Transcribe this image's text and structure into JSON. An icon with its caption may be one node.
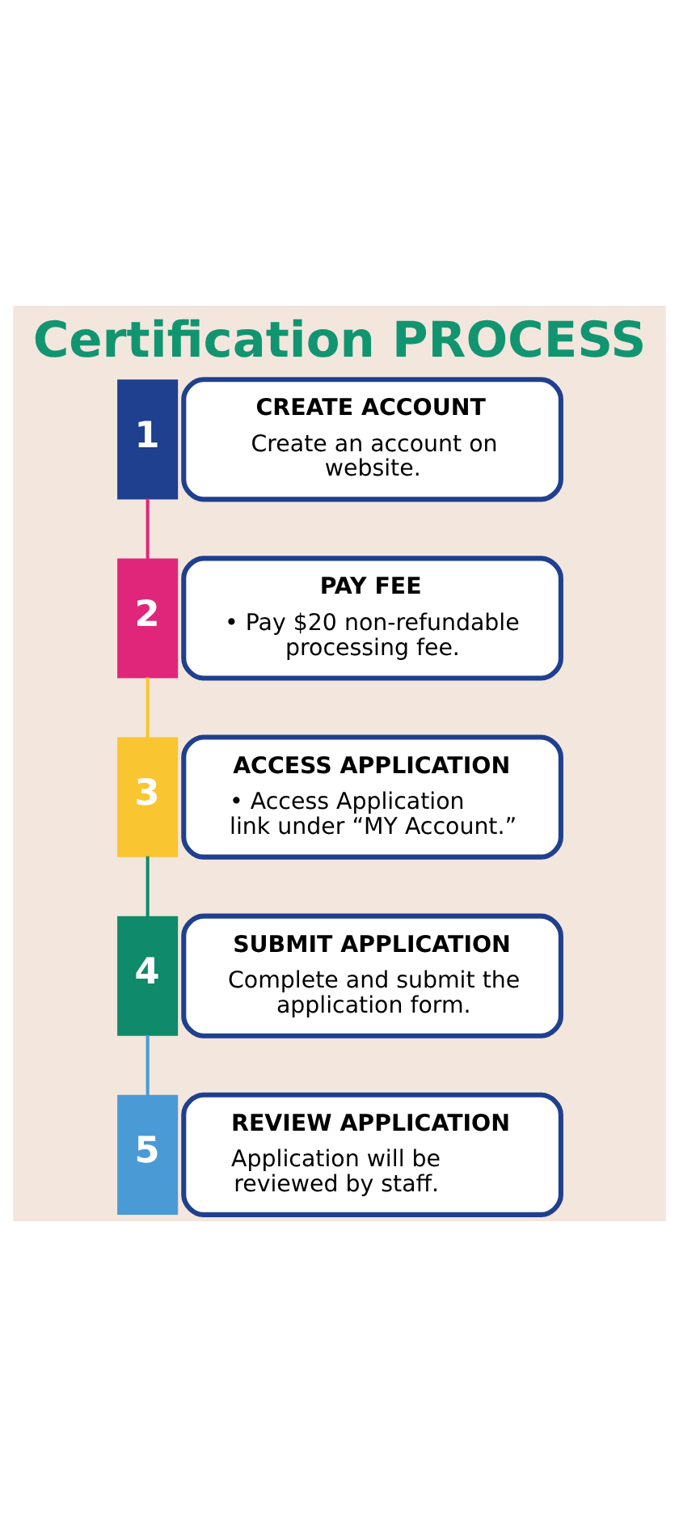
{
  "diagram": {
    "title": "Certification PROCESS",
    "nodes": [
      {
        "text": [
          "1"
        ]
      },
      {
        "text": [
          "CREATE ACCOUNT",
          "Create an account on website."
        ]
      },
      {
        "text": [
          "2"
        ]
      },
      {
        "text": [
          "PAY FEE",
          "• Pay $20 non-refundable processing fee."
        ]
      },
      {
        "text": [
          "3"
        ]
      },
      {
        "text": [
          "ACCESS APPLICATION",
          "• Access Application link under “MY Account.”"
        ]
      },
      {
        "text": [
          "4"
        ]
      },
      {
        "text": [
          "SUBMIT APPLICATION",
          "Complete and submit the application form."
        ]
      },
      {
        "text": [
          "5"
        ]
      },
      {
        "text": [
          "REVIEW APPLICATION",
          "Application will be reviewed by staff."
        ]
      }
    ],
    "edges": [
      {
        "from": 0,
        "to": 2,
        "arrow": "none",
        "color": "#e0267a"
      },
      {
        "from": 2,
        "to": 4,
        "arrow": "none",
        "color": "#f9c530"
      },
      {
        "from": 4,
        "to": 6,
        "arrow": "none",
        "color": "#0f8a6a"
      },
      {
        "from": 6,
        "to": 8,
        "arrow": "none",
        "color": "#4a9ad6"
      }
    ]
  }
}
